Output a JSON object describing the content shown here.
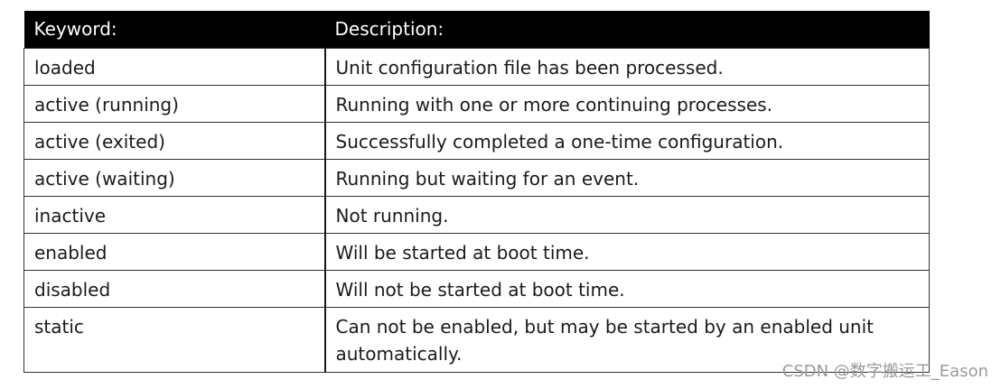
{
  "table": {
    "header": {
      "keyword": "Keyword:",
      "description": "Description:"
    },
    "rows": [
      {
        "keyword": "loaded",
        "description": "Unit configuration file has been processed."
      },
      {
        "keyword": "active (running)",
        "description": "Running with one or more continuing processes."
      },
      {
        "keyword": "active (exited)",
        "description": "Successfully completed a one-time configuration."
      },
      {
        "keyword": "active (waiting)",
        "description": "Running but waiting for an event."
      },
      {
        "keyword": "inactive",
        "description": "Not running."
      },
      {
        "keyword": "enabled",
        "description": "Will be started at boot time."
      },
      {
        "keyword": "disabled",
        "description": "Will not be started at boot time."
      },
      {
        "keyword": "static",
        "description": "Can not be enabled, but may be started by an enabled unit automatically."
      }
    ]
  },
  "watermark": "CSDN @数字搬运工_Eason",
  "colors": {
    "header_bg": "#000000",
    "header_text": "#ffffff",
    "watermark": "#9a9a9a"
  }
}
